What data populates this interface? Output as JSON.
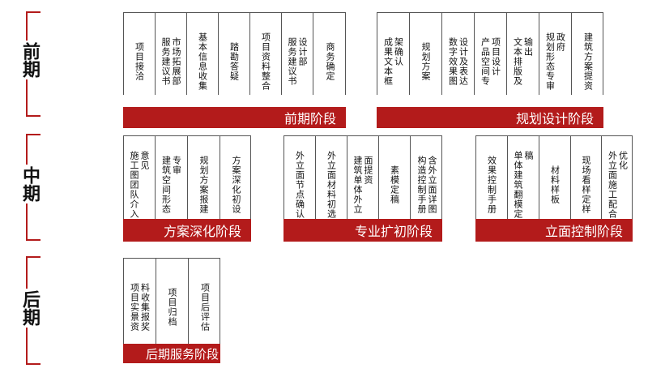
{
  "periods": [
    {
      "label": "前期"
    },
    {
      "label": "中期"
    },
    {
      "label": "后期"
    }
  ],
  "groups": [
    {
      "title": "前期阶段",
      "items": [
        "项目接洽",
        "市场拓展部\n服务建议书",
        "基本信息收集",
        "踏勘答疑",
        "项目资料整合",
        "设计部\n服务建议书",
        "商务确定"
      ]
    },
    {
      "title": "规划设计阶段",
      "items": [
        "架确认\n成果文本框",
        "规划方案",
        "设计及表达\n数字效果图",
        "项目设计\n产品空间专",
        "输出\n文本排版及",
        "政府\n规划形态专审",
        "建筑方案提资"
      ]
    },
    {
      "title": "方案深化阶段",
      "items": [
        "意见\n施工图团队介入",
        "专审\n建筑空间形态",
        "规划方案报建",
        "方案深化初设"
      ]
    },
    {
      "title": "专业扩初阶段",
      "items": [
        "外立面节点确认",
        "外立面材料初选",
        "面提资\n建筑单体外立",
        "素模定稿",
        "含外立面详图\n构造控制手册"
      ]
    },
    {
      "title": "立面控制阶段",
      "items": [
        "效果控制手册",
        "稿\n单体建筑翻模定",
        "材料样板",
        "现场看样定样",
        "优化\n外立面施工配合"
      ]
    },
    {
      "title": "后期服务阶段",
      "items": [
        "料收集报奖\n项目实景资",
        "项目归档",
        "项目后评估"
      ]
    }
  ]
}
